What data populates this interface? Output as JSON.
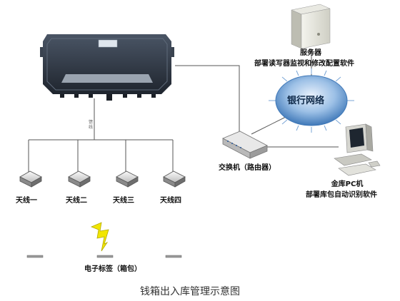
{
  "server": {
    "title": "服务器",
    "description": "部署读写器监视和修改配置软件"
  },
  "network": {
    "label": "银行网络"
  },
  "switch": {
    "label": "交换机（路由器）"
  },
  "pc": {
    "title": "金库PC机",
    "description": "部署库包自动识别软件"
  },
  "reader": {
    "cable_label": "馈线"
  },
  "antennas": [
    {
      "label": "天线一"
    },
    {
      "label": "天线二"
    },
    {
      "label": "天线三"
    },
    {
      "label": "天线四"
    }
  ],
  "tags": {
    "label": "电子标签（箱包）"
  },
  "caption": "钱箱出入库管理示意图",
  "colors": {
    "network_blue": "#3f78b8",
    "reader_body": "#2c3440",
    "lightning": "#f2e600"
  }
}
